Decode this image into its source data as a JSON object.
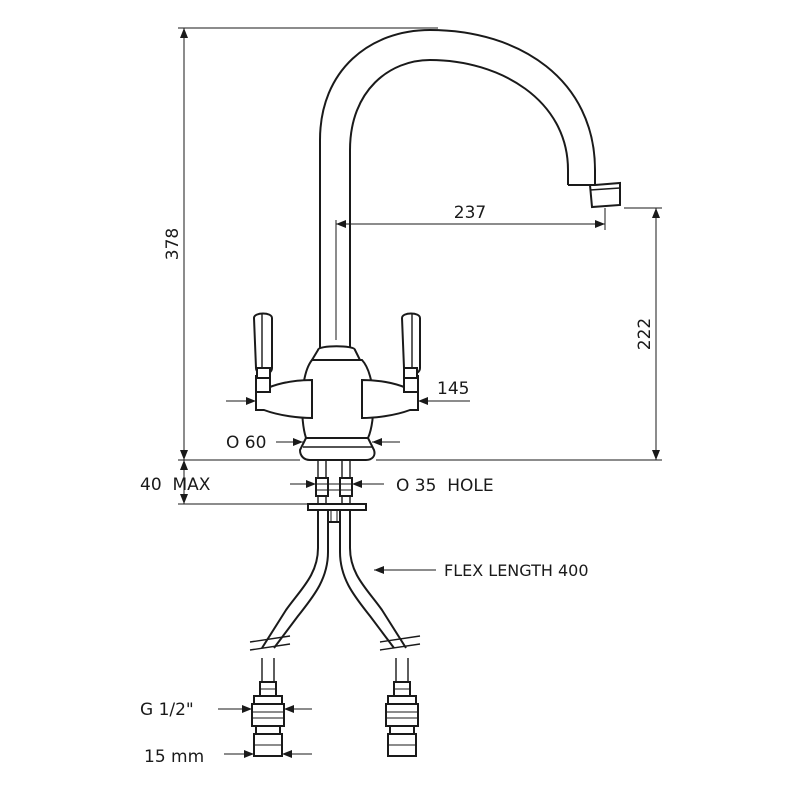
{
  "dimensions": {
    "overall_height": "378",
    "spout_reach": "237",
    "spout_height": "222",
    "handle_span": "145",
    "base_diameter": "O 60",
    "deck_thickness": "40  MAX",
    "hole_size": "O 35  HOLE",
    "flex_length": "FLEX LENGTH 400",
    "thread": "G 1/2\"",
    "pipe_diameter": "15 mm"
  },
  "colors": {
    "line": "#1a1a1a",
    "background": "#ffffff"
  }
}
